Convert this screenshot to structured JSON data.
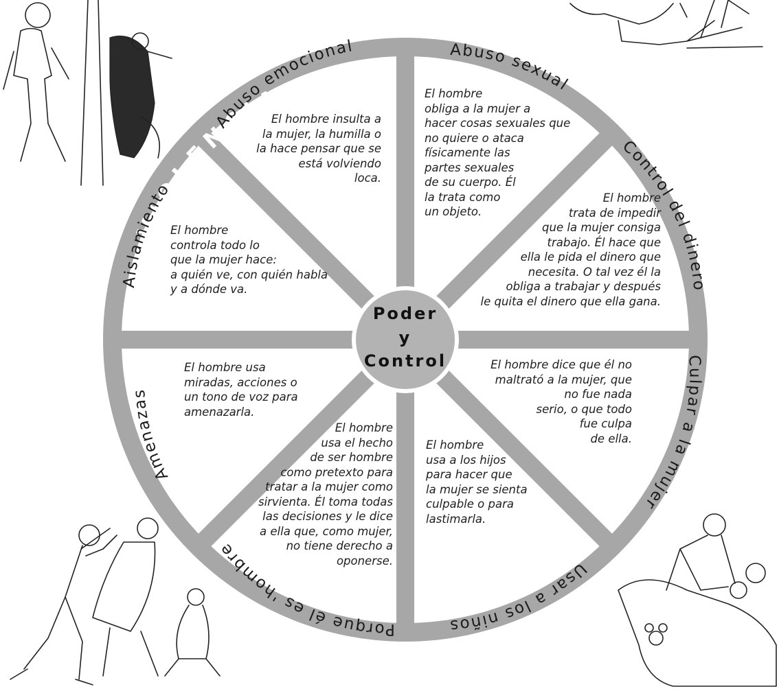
{
  "hub": {
    "line1": "Poder",
    "line2": "y",
    "line3": "Control"
  },
  "ring_word": "VIOLENCIA",
  "sectors": {
    "emocional": {
      "label": "Abuso emocional",
      "text": "El hombre insulta a\nla mujer, la humilla o\nla hace pensar que se\nestá volviendo\nloca."
    },
    "sexual": {
      "label": "Abuso sexual",
      "text": "El hombre\nobliga a la mujer a\nhacer cosas sexuales que\nno quiere o ataca\nfísicamente las\npartes sexuales\nde su cuerpo. Él\nla trata como\nun objeto."
    },
    "dinero": {
      "label": "Control del dinero",
      "text": "El hombre\ntrata de impedir\nque la mujer consiga\ntrabajo. Él hace que\nella le pida el dinero que\nnecesita. O tal vez él la\nobliga a trabajar y después\nle quita el dinero que ella gana."
    },
    "culpar": {
      "label": "Culpar a la mujer",
      "text": "El hombre dice que él no\nmaltrató a la mujer, que\nno fue nada\nserio, o que todo\nfue culpa\nde ella."
    },
    "ninos": {
      "label": "Usar a los niños",
      "text": "El hombre\nusa a los hijos\npara hacer que\nla mujer se sienta\nculpable o para\nlastimarla."
    },
    "hombre": {
      "label": "Porque él es 'hombre'",
      "text": "El hombre\nusa el hecho\nde ser hombre\ncomo pretexto para\ntratar a la mujer como\nsirvienta. Él toma todas\nlas decisiones y le dice\na ella que, como mujer,\nno tiene derecho a\noponerse."
    },
    "amenazas": {
      "label": "Amenazas",
      "text": "El hombre usa\nmiradas, acciones o\nun tono de voz para\namenazarla."
    },
    "aislamiento": {
      "label": "Aislamiento",
      "text": "El hombre\ncontrola todo lo\nque la mujer hace:\na quién ve, con quién habla\ny a dónde va."
    }
  },
  "colors": {
    "rim": "#a7a7a7",
    "hub": "#b3b3b3",
    "ink": "#1a1a1a"
  },
  "illustrations": [
    "man-shouting-at-woman-and-child",
    "woman-on-bed",
    "man-hitting-woman",
    "man-comforting-woman-with-children"
  ]
}
